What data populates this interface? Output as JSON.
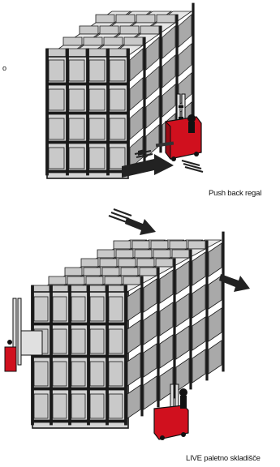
{
  "captions": {
    "top": "Push back regal",
    "bottom": "LIVE paletno skladišče",
    "edge_fragment": "o"
  },
  "colors": {
    "pallet_light": "#e6e6e6",
    "pallet_mid": "#c9c9c9",
    "pallet_dark": "#a9a9a9",
    "rack_frame": "#1a1a1a",
    "forklift_red": "#d0101e"
  },
  "icons": {
    "arrow": "flow-arrow-icon",
    "forklift": "forklift-icon"
  }
}
